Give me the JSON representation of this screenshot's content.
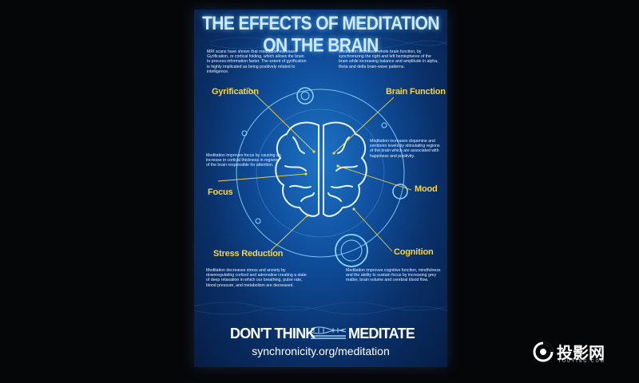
{
  "poster": {
    "title": "THE EFFECTS OF MEDITATION ON THE BRAIN",
    "intro_left": "MRI scans have shown that meditation increases Gyrification, or cortical folding, which allows the brain to process information faster.  The extent of gyrification is highly implicated as being positively related to intelligence.",
    "intro_right": "Meditation increases whole brain function, by synchronizing the right and left hemispheres of the brain while increasing balance and amplitude in  alpha, theta and delta brain-wave patterns.",
    "labels": {
      "gyrification": "Gyrification",
      "brain_function": "Brain Function",
      "focus": "Focus",
      "mood": "Mood",
      "stress_reduction": "Stress Reduction",
      "cognition": "Cognition"
    },
    "focus_text": "Meditation improves focus by causing an increase in cortical thickness in regions of the brain responsible for attention.",
    "mood_text": "Meditation increases dopamine and serotonin levels by stimulating regions of the brain which are associated with happiness and positivity.",
    "stress_text": "Meditation decreases stress and anxiety  by downregulating cortisol and adrenaline creating a state of deep relaxation in which our breathing, pulse rate, blood pressure, and metabolism are decreased.",
    "cognition_text": "Meditation improves cognitive function, mindfulness and the ability to sustain focus by increasing grey matter, brain volume and cerebral blood flow.",
    "footer_left": "DON'T THINK",
    "footer_right": "MEDITATE",
    "url": "synchronicity.org/meditation"
  },
  "watermark": {
    "text": "投影网",
    "subtext": "TOUYING.COM"
  },
  "colors": {
    "background": "#050608",
    "poster_blue": "#0f4d9a",
    "label_yellow": "#f3d44a",
    "line_cyan": "#8fd8ff"
  }
}
